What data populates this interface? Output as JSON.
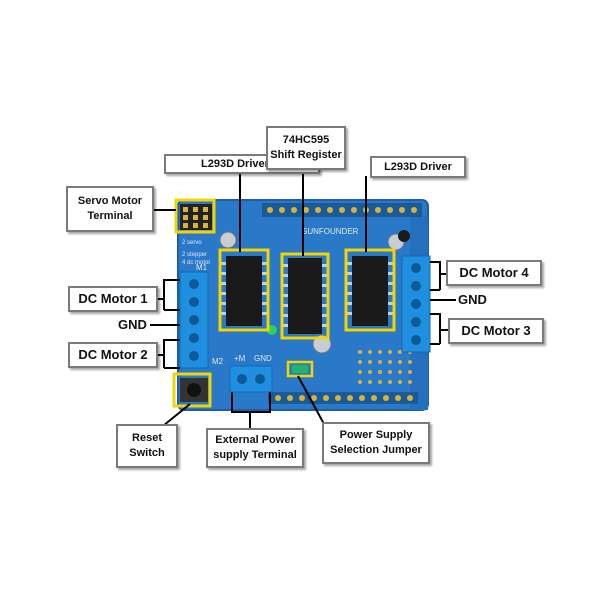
{
  "labels": {
    "l293d_driver_ic": "L293D Driver IC",
    "shift_register_line1": "74HC595",
    "shift_register_line2": "Shift Register",
    "l293d_driver": "L293D Driver",
    "servo_line1": "Servo Motor",
    "servo_line2": "Terminal",
    "dc_motor_1": "DC Motor 1",
    "dc_motor_2": "DC Motor 2",
    "dc_motor_3": "DC Motor 3",
    "dc_motor_4": "DC Motor 4",
    "gnd_left": "GND",
    "gnd_right": "GND",
    "reset_line1": "Reset",
    "reset_line2": "Switch",
    "ext_power_line1": "External Power",
    "ext_power_line2": "supply Terminal",
    "jumper_line1": "Power Supply",
    "jumper_line2": "Selection Jumper"
  },
  "board_text": {
    "brand": "SUNFOUNDER",
    "servo_text_1": "2 servo",
    "servo_text_2": "2 stepper",
    "servo_text_3": "4 dc motor",
    "m1": "M1",
    "m2": "M2",
    "pwr_plus": "+M",
    "pwr_gnd": "GND"
  },
  "colors": {
    "board": "#2a78c8",
    "board_dark": "#1c5fa8",
    "terminal": "#1f8fdf",
    "highlight": "#f2d500",
    "chip": "#1a1a1a",
    "leader": "#000000"
  }
}
